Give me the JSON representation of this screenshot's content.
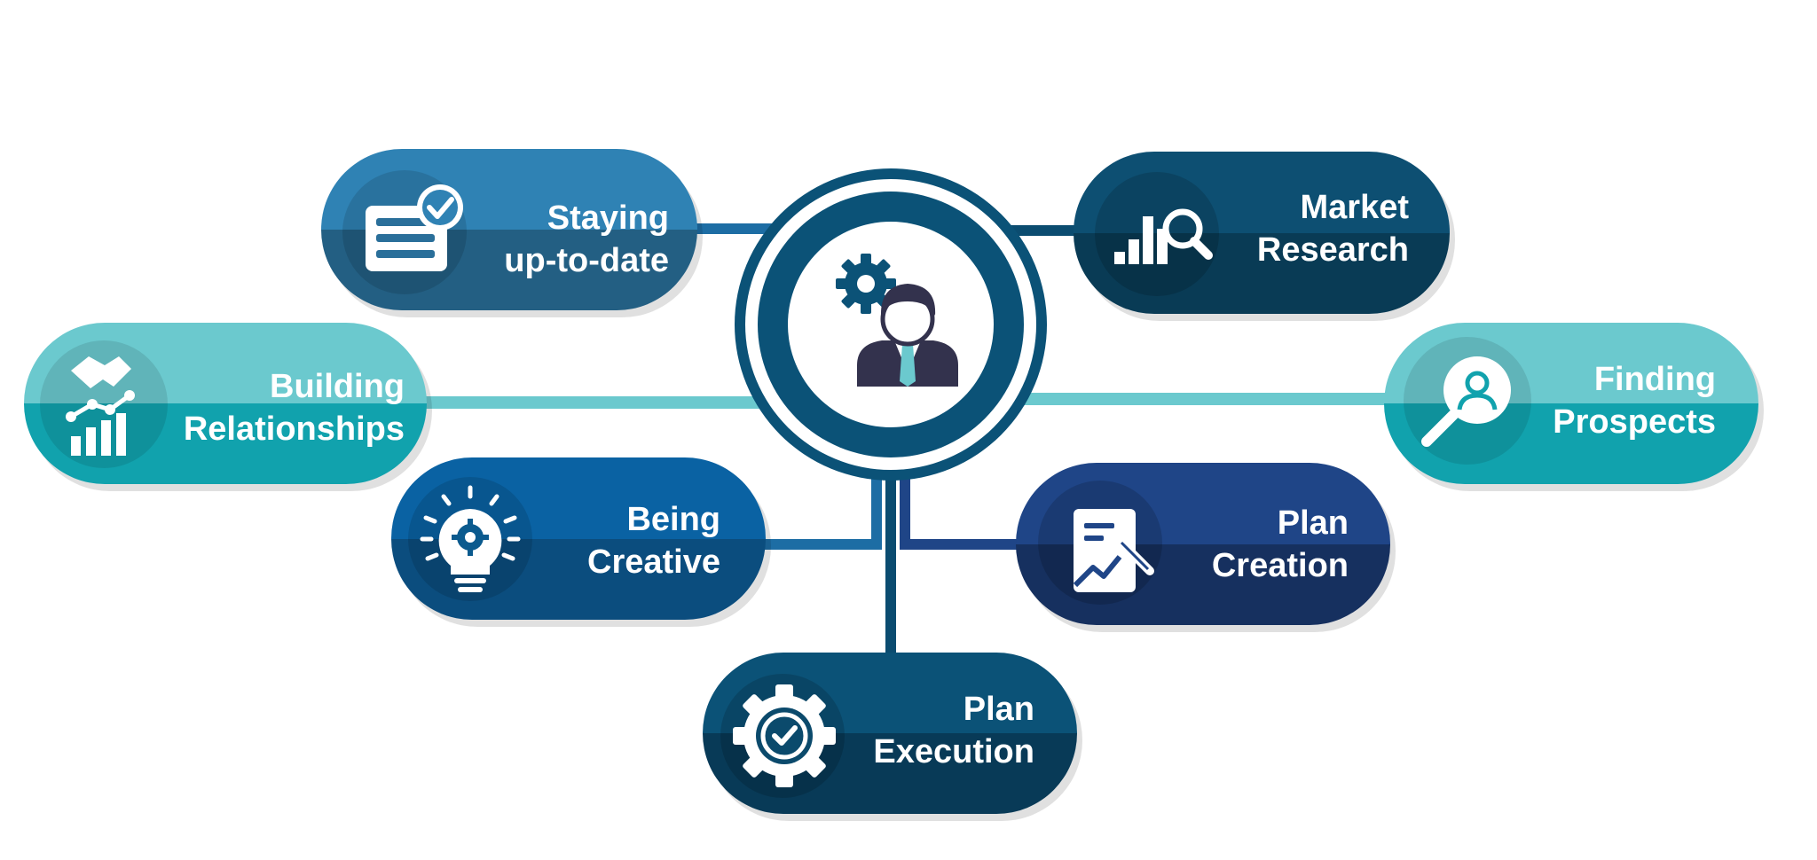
{
  "center": {
    "icon": "businessman-with-gear-icon"
  },
  "nodes": [
    {
      "id": "staying",
      "line1": "Staying",
      "line2": "up-to-date",
      "icon": "checklist-document-icon",
      "color_top": "#2f82b4",
      "color_bottom": "#235f83"
    },
    {
      "id": "market",
      "line1": "Market",
      "line2": "Research",
      "icon": "bar-chart-magnifier-icon",
      "color_top": "#0d4f72",
      "color_bottom": "#093b55"
    },
    {
      "id": "building",
      "line1": "Building",
      "line2": "Relationships",
      "icon": "handshake-growth-chart-icon",
      "color_top": "#6bc9ce",
      "color_bottom": "#11a2ad"
    },
    {
      "id": "finding",
      "line1": "Finding",
      "line2": "Prospects",
      "icon": "person-magnifier-icon",
      "color_top": "#6bc9ce",
      "color_bottom": "#11a2ad"
    },
    {
      "id": "creative",
      "line1": "Being",
      "line2": "Creative",
      "icon": "lightbulb-gear-icon",
      "color_top": "#0a62a3",
      "color_bottom": "#0b4d7e"
    },
    {
      "id": "creation",
      "line1": "Plan",
      "line2": "Creation",
      "icon": "document-pen-chart-icon",
      "color_top": "#1f4587",
      "color_bottom": "#16305f"
    },
    {
      "id": "execution",
      "line1": "Plan",
      "line2": "Execution",
      "icon": "gear-checkmark-icon",
      "color_top": "#0b5277",
      "color_bottom": "#083a57"
    }
  ],
  "colors": {
    "center_ring": "#0b5277",
    "center_fill": "#ffffff",
    "connector_blue": "#1d6da4",
    "connector_teal": "#6bc9ce",
    "connector_dark": "#0b4c70",
    "connector_navy": "#1f4587"
  }
}
